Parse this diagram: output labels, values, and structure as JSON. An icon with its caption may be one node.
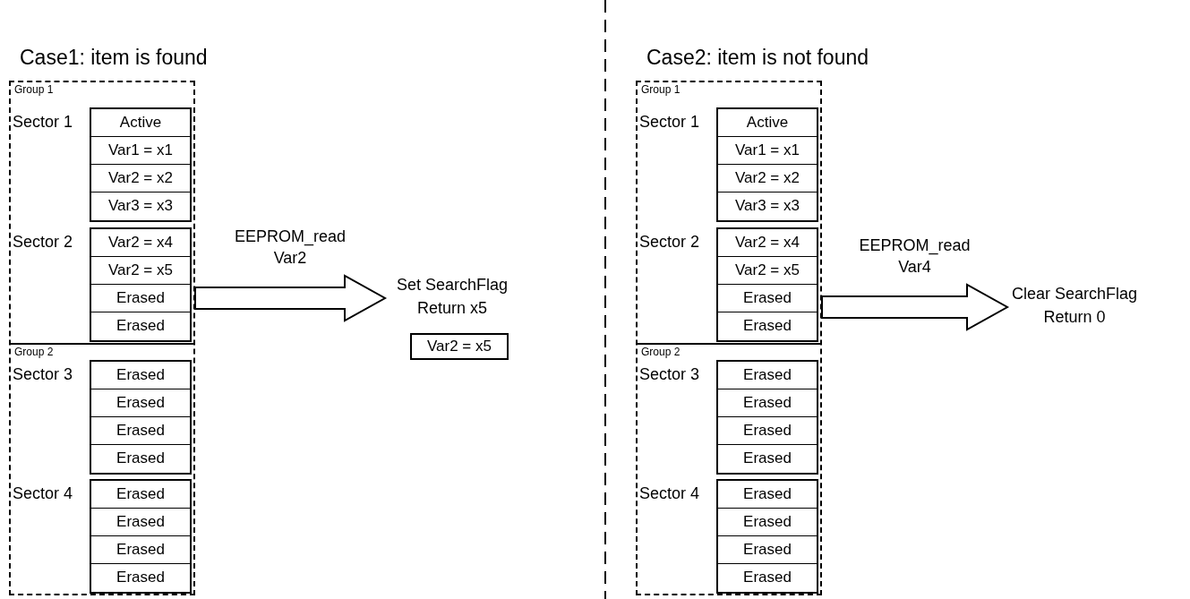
{
  "diagram": {
    "nodes": [
      {
        "text": [],
        "shape": "box"
      },
      {
        "text": [
          "Group 1"
        ],
        "in": 0
      },
      {
        "text": [
          "Sector 1"
        ],
        "in": 1
      },
      {
        "text": [
          "Active"
        ],
        "in": 2
      },
      {
        "text": [
          "Var1 = x1"
        ],
        "in": 2
      },
      {
        "text": [
          "Var2 = x2"
        ],
        "in": 2
      },
      {
        "text": [
          "Var3 = x3"
        ],
        "in": 2
      },
      {
        "text": [
          "Sector 2"
        ],
        "in": 1
      },
      {
        "text": [
          "Var2 = x4"
        ],
        "in": 7
      },
      {
        "text": [
          "Var2 = x5"
        ],
        "in": 7
      },
      {
        "text": [
          "Erased"
        ],
        "in": 7
      },
      {
        "text": [
          "Erased"
        ],
        "in": 7
      },
      {
        "text": [
          "Group 2"
        ],
        "in": 0
      },
      {
        "text": [
          "Sector 3"
        ],
        "in": 12
      },
      {
        "text": [
          "Erased"
        ],
        "in": 13
      },
      {
        "text": [
          "Erased"
        ],
        "in": 13
      },
      {
        "text": [
          "Erased"
        ],
        "in": 13
      },
      {
        "text": [
          "Erased"
        ],
        "in": 13
      },
      {
        "text": [
          "Sector 4"
        ],
        "in": 12
      },
      {
        "text": [
          "Erased"
        ],
        "in": 18
      },
      {
        "text": [
          "Erased"
        ],
        "in": 18
      },
      {
        "text": [
          "Erased"
        ],
        "in": 18
      },
      {
        "text": [
          "Erased"
        ],
        "in": 18
      },
      {
        "text": [
          "Set SearchFlag Return x5"
        ]
      },
      {
        "text": [
          "Var2 = x5"
        ]
      },
      {
        "text": [],
        "shape": "box"
      },
      {
        "text": [
          "Group 1"
        ],
        "in": 25
      },
      {
        "text": [
          "Sector 1"
        ],
        "in": 26
      },
      {
        "text": [
          "Active"
        ],
        "in": 27
      },
      {
        "text": [
          "Var1 = x1"
        ],
        "in": 27
      },
      {
        "text": [
          "Var2 = x2"
        ],
        "in": 27
      },
      {
        "text": [
          "Var3 = x3"
        ],
        "in": 27
      },
      {
        "text": [
          "Sector 2"
        ],
        "in": 26
      },
      {
        "text": [
          "Var2 = x4"
        ],
        "in": 32
      },
      {
        "text": [
          "Var2 = x5"
        ],
        "in": 32
      },
      {
        "text": [
          "Erased"
        ],
        "in": 32
      },
      {
        "text": [
          "Erased"
        ],
        "in": 32
      },
      {
        "text": [
          "Group 2"
        ],
        "in": 25
      },
      {
        "text": [
          "Sector 3"
        ],
        "in": 37
      },
      {
        "text": [
          "Erased"
        ],
        "in": 38
      },
      {
        "text": [
          "Erased"
        ],
        "in": 38
      },
      {
        "text": [
          "Erased"
        ],
        "in": 38
      },
      {
        "text": [
          "Erased"
        ],
        "in": 38
      },
      {
        "text": [
          "Sector 4"
        ],
        "in": 37
      },
      {
        "text": [
          "Erased"
        ],
        "in": 43
      },
      {
        "text": [
          "Erased"
        ],
        "in": 43
      },
      {
        "text": [
          "Erased"
        ],
        "in": 43
      },
      {
        "text": [
          "Erased"
        ],
        "in": 43
      },
      {
        "text": [
          "Clear SearchFlag Return 0"
        ]
      }
    ],
    "edges": [
      {
        "from": 0,
        "to": 23,
        "arrow": "to",
        "label": "EEPROM_read Var2"
      },
      {
        "from": 25,
        "to": 48,
        "arrow": "to",
        "label": "EEPROM_read Var4"
      }
    ],
    "labels": [
      "Case1: item is found",
      "Case2: item is not found"
    ]
  }
}
